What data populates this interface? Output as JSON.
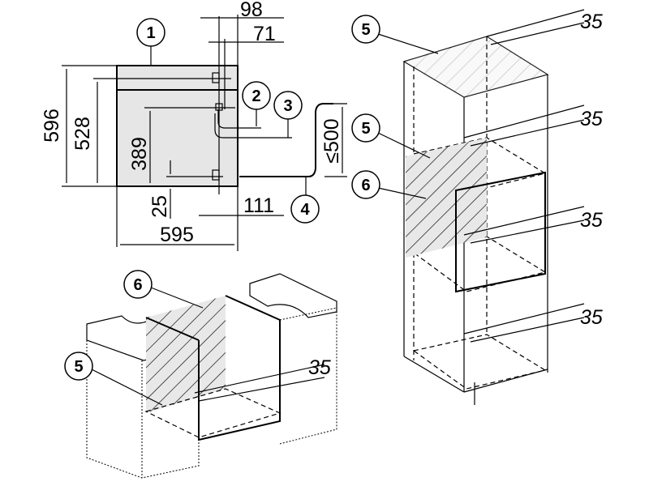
{
  "front_view": {
    "dim_98": "98",
    "dim_71": "71",
    "dim_596": "596",
    "dim_528": "528",
    "dim_389": "389",
    "dim_500": "≤500",
    "dim_25": "25",
    "dim_111": "111",
    "dim_595": "595",
    "callouts": [
      "1",
      "2",
      "3",
      "4"
    ]
  },
  "tall_cabinet": {
    "callouts": [
      "5",
      "5",
      "6"
    ],
    "gap_labels": [
      "35",
      "35",
      "35",
      "35"
    ]
  },
  "base_cabinet": {
    "callouts": [
      "6",
      "5"
    ],
    "gap_label": "35"
  },
  "colors": {
    "appliance_fill": "#e6e6e6",
    "line": "#000000"
  }
}
